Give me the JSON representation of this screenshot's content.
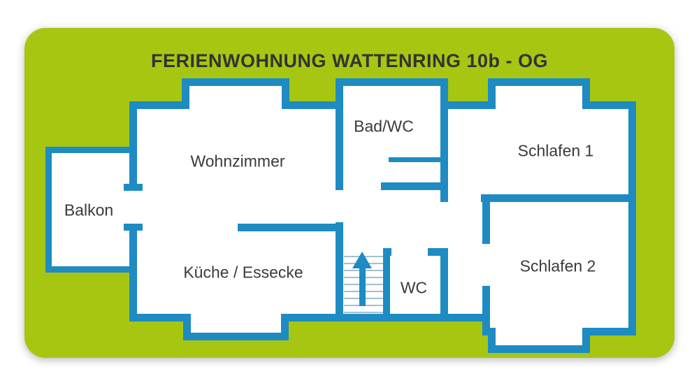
{
  "title": {
    "brand": "FERIENWOHNUNG",
    "rest": "WATTENRING 10b - OG"
  },
  "rooms": [
    {
      "id": "balkon",
      "label": "Balkon"
    },
    {
      "id": "wohnzimmer",
      "label": "Wohnzimmer"
    },
    {
      "id": "bad-wc",
      "label": "Bad/WC"
    },
    {
      "id": "schlafen-1",
      "label": "Schlafen 1"
    },
    {
      "id": "kueche",
      "label": "Küche / Essecke"
    },
    {
      "id": "wc",
      "label": "WC"
    },
    {
      "id": "schlafen-2",
      "label": "Schlafen 2"
    }
  ],
  "icons": [
    {
      "name": "stairs-up-arrow",
      "meaning": "staircase leading up"
    }
  ],
  "colors": {
    "card_green": "#a6c612",
    "wall_blue": "#1e8bc3",
    "step_blue": "#a3bfd2",
    "text_dark": "#3a3a3a",
    "background": "#ffffff"
  }
}
